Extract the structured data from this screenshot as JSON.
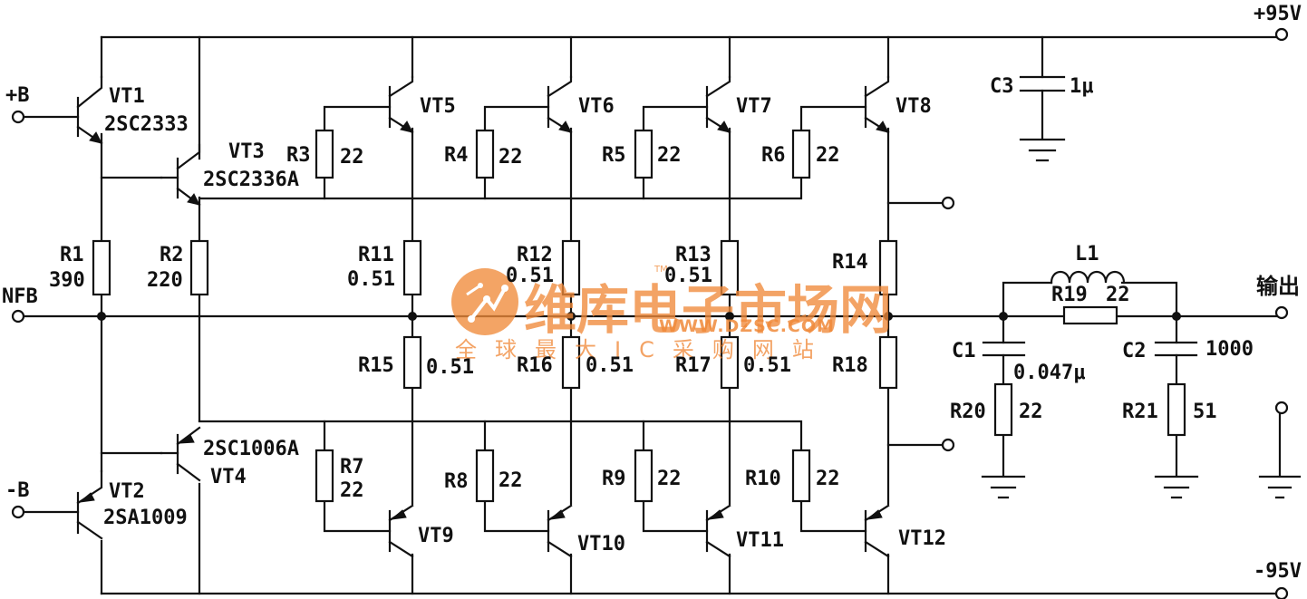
{
  "rails": {
    "positive": "+95V",
    "negative": "-95V"
  },
  "inputs": {
    "plus_b": "+B",
    "minus_b": "-B",
    "nfb": "NFB"
  },
  "output": "输出",
  "transistors": [
    {
      "ref": "VT1",
      "part": "2SC2333"
    },
    {
      "ref": "VT2",
      "part": "2SA1009"
    },
    {
      "ref": "VT3",
      "part": "2SC2336A"
    },
    {
      "ref": "VT4",
      "part": "2SC1006A"
    },
    {
      "ref": "VT5"
    },
    {
      "ref": "VT6"
    },
    {
      "ref": "VT7"
    },
    {
      "ref": "VT8"
    },
    {
      "ref": "VT9"
    },
    {
      "ref": "VT10"
    },
    {
      "ref": "VT11"
    },
    {
      "ref": "VT12"
    }
  ],
  "resistors": [
    {
      "ref": "R1",
      "value": "390"
    },
    {
      "ref": "R2",
      "value": "220"
    },
    {
      "ref": "R3",
      "value": "22"
    },
    {
      "ref": "R4",
      "value": "22"
    },
    {
      "ref": "R5",
      "value": "22"
    },
    {
      "ref": "R6",
      "value": "22"
    },
    {
      "ref": "R7",
      "value": "22"
    },
    {
      "ref": "R8",
      "value": "22"
    },
    {
      "ref": "R9",
      "value": "22"
    },
    {
      "ref": "R10",
      "value": "22"
    },
    {
      "ref": "R11",
      "value": "0.51"
    },
    {
      "ref": "R12",
      "value": "0.51"
    },
    {
      "ref": "R13",
      "value": "0.51"
    },
    {
      "ref": "R14"
    },
    {
      "ref": "R15",
      "value": "0.51"
    },
    {
      "ref": "R16",
      "value": "0.51"
    },
    {
      "ref": "R17",
      "value": "0.51"
    },
    {
      "ref": "R18"
    },
    {
      "ref": "R19",
      "value": "22"
    },
    {
      "ref": "R20",
      "value": "22"
    },
    {
      "ref": "R21",
      "value": "51"
    }
  ],
  "capacitors": [
    {
      "ref": "C1",
      "value": "0.047μ"
    },
    {
      "ref": "C2",
      "value": "1000"
    },
    {
      "ref": "C3",
      "value": "1μ"
    }
  ],
  "inductors": [
    {
      "ref": "L1"
    }
  ],
  "watermark": {
    "name": "维库电子市场网",
    "url": "WWW.DZSC.COM",
    "slogan": "全球最大IC采购网站",
    "tm": "TM",
    "color": "#f08a3a"
  }
}
